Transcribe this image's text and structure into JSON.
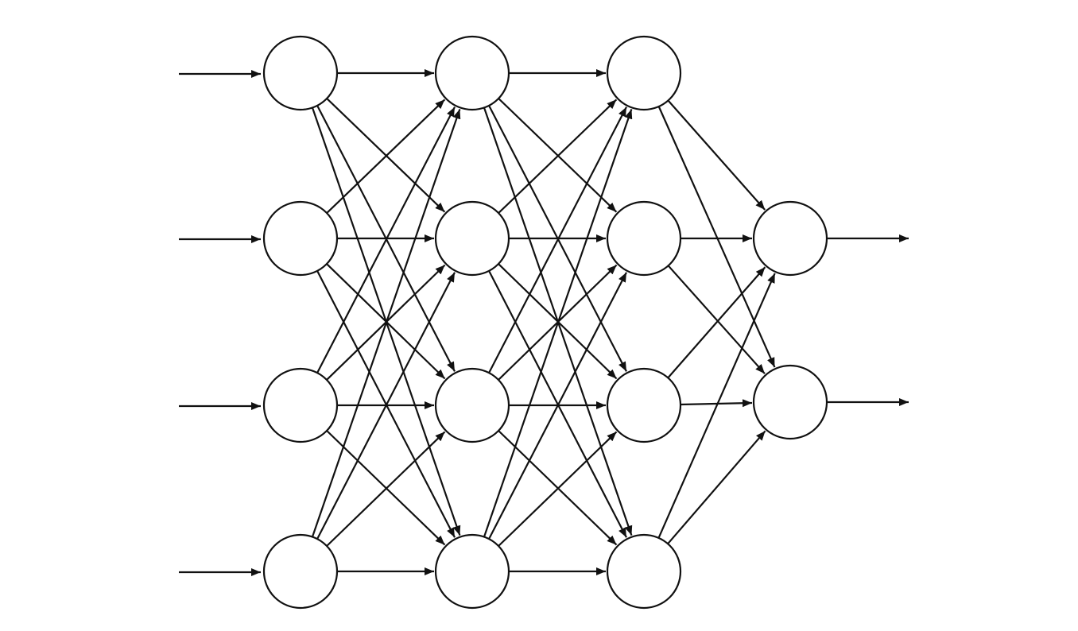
{
  "diagram": {
    "type": "feedforward-neural-network",
    "layers": [
      {
        "name": "input-layer",
        "neurons": 4
      },
      {
        "name": "hidden-layer-1",
        "neurons": 4
      },
      {
        "name": "hidden-layer-2",
        "neurons": 4
      },
      {
        "name": "output-layer",
        "neurons": 2
      }
    ],
    "input_arrows": 4,
    "output_arrows": 2,
    "connectivity": "fully-connected",
    "colors": {
      "stroke": "#111111",
      "node_fill": "#ffffff",
      "background": "#ffffff"
    }
  }
}
